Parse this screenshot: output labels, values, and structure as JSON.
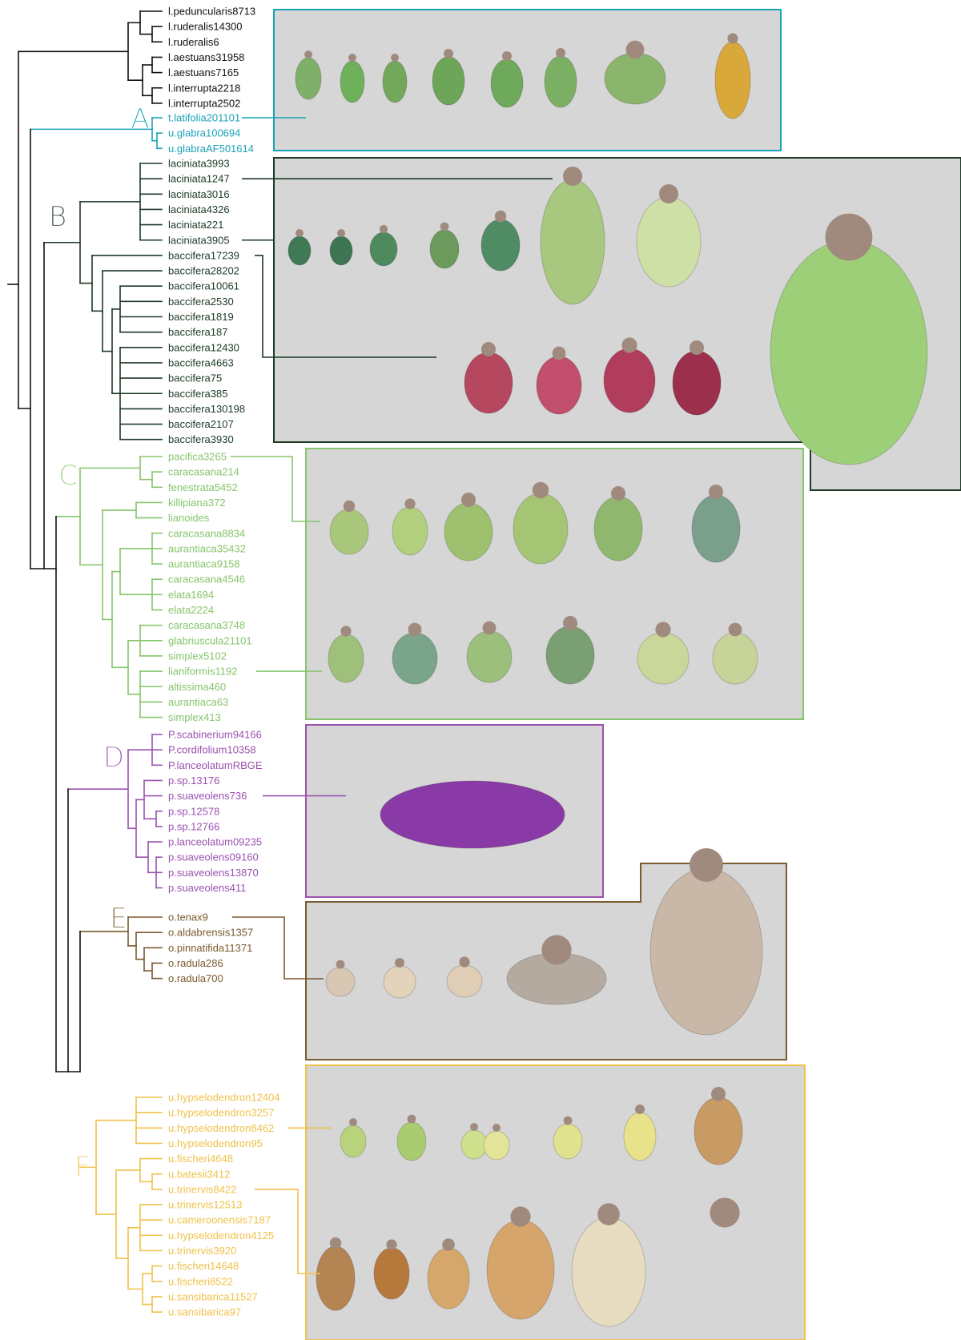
{
  "colors": {
    "background": "#ffffff",
    "panel_fill": "#d6d6d6",
    "outgroup": "#111111",
    "A": "#1aa3b8",
    "B": "#1d3a26",
    "C": "#86c56b",
    "D": "#9a52b0",
    "E": "#7a5a2e",
    "F": "#f0c24a"
  },
  "clades": [
    {
      "key": "outgroup",
      "letter": "",
      "taxa": [
        "l.peduncularis8713",
        "l.ruderalis14300",
        "l.ruderalis6",
        "l.aestuans31958",
        "l.aestuans7165",
        "l.interrupta2218",
        "l.interrupta2502"
      ],
      "panel_caption": ""
    },
    {
      "key": "A",
      "letter": "A",
      "taxa": [
        "t.latifolia201101",
        "u.glabra100694",
        "u.glabraAF501614"
      ],
      "panel_caption": ""
    },
    {
      "key": "B",
      "letter": "B",
      "taxa": [
        "laciniata3993",
        "laciniata1247",
        "laciniata3016",
        "laciniata4326",
        "laciniata221",
        "laciniata3905",
        "baccifera17239",
        "baccifera28202",
        "baccifera10061",
        "baccifera2530",
        "baccifera1819",
        "baccifera187",
        "baccifera12430",
        "baccifera4663",
        "baccifera75",
        "baccifera385",
        "baccifera130198",
        "baccifera2107",
        "baccifera3930"
      ],
      "panel_caption": ""
    },
    {
      "key": "C",
      "letter": "C",
      "taxa": [
        "pacifica3265",
        "caracasana214",
        "fenestrata5452",
        "killipiana372",
        "lianoides",
        "caracasana8834",
        "aurantiaca35432",
        "aurantiaca9158",
        "caracasana4546",
        "elata1694",
        "elata2224",
        "caracasana3748",
        "glabriuscula21101",
        "simplex5102",
        "lianiformis1192",
        "altissima460",
        "aurantiaca63",
        "simplex413"
      ],
      "panel_caption": ""
    },
    {
      "key": "D",
      "letter": "D",
      "taxa": [
        "P.scabinerium94166",
        "P.cordifolium10358",
        "P.lanceolatumRBGE",
        "p.sp.13176",
        "p.suaveolens736",
        "p.sp.12578",
        "p.sp.12766",
        "p.lanceolatum09235",
        "p.suaveolens09160",
        "p.suaveolens13870",
        "p.suaveolens411"
      ],
      "panel_caption": ""
    },
    {
      "key": "E",
      "letter": "E",
      "taxa": [
        "o.tenax9",
        "o.aldabrensis1357",
        "o.pinnatifida11371",
        "o.radula286",
        "o.radula700"
      ],
      "panel_caption": ""
    },
    {
      "key": "F",
      "letter": "F",
      "taxa": [
        "u.hypselodendron12404",
        "u.hypselodendron3257",
        "u.hypselodendron8462",
        "u.hypselodendron95",
        "u.fischeri4648",
        "u.batesii3412",
        "u.trinervis8422",
        "u.trinervis12513",
        "u.cameroonensis7187",
        "u.hypselodendron4125",
        "u.trinervis3920",
        "u.fischeri14648",
        "u.fischeri8522",
        "u.sansibarica11527",
        "u.sansibarica97"
      ],
      "panel_caption": ""
    }
  ],
  "specimens": [
    {
      "clade": "outgroup",
      "color": "#7fb06a"
    },
    {
      "clade": "outgroup",
      "color": "#6fb05a"
    },
    {
      "clade": "outgroup",
      "color": "#73a85a"
    },
    {
      "clade": "outgroup",
      "color": "#6ea659"
    },
    {
      "clade": "outgroup",
      "color": "#6fa95b"
    },
    {
      "clade": "outgroup",
      "color": "#7bb064"
    },
    {
      "clade": "outgroup",
      "color": "#8bb56c"
    },
    {
      "clade": "outgroup",
      "color": "#d8a93a"
    },
    {
      "clade": "B",
      "color": "#3f7a55"
    },
    {
      "clade": "B",
      "color": "#3e7654"
    },
    {
      "clade": "B",
      "color": "#4f8a5e"
    },
    {
      "clade": "B",
      "color": "#6c9a5d"
    },
    {
      "clade": "B",
      "color": "#4f8c64"
    },
    {
      "clade": "B",
      "color": "#a8c77f"
    },
    {
      "clade": "B",
      "color": "#cfe0a6"
    },
    {
      "clade": "B",
      "color": "#b5485f"
    },
    {
      "clade": "B",
      "color": "#c14e6c"
    },
    {
      "clade": "B",
      "color": "#b13d5c"
    },
    {
      "clade": "B",
      "color": "#9c2f4c"
    },
    {
      "clade": "B",
      "color": "#9ccf78"
    },
    {
      "clade": "C",
      "color": "#a9c77a"
    },
    {
      "clade": "C",
      "color": "#b2cf7d"
    },
    {
      "clade": "C",
      "color": "#9fc06f"
    },
    {
      "clade": "C",
      "color": "#a5c474"
    },
    {
      "clade": "C",
      "color": "#8fb86e"
    },
    {
      "clade": "C",
      "color": "#7aa08c"
    },
    {
      "clade": "C",
      "color": "#9ec07a"
    },
    {
      "clade": "C",
      "color": "#7ba58a"
    },
    {
      "clade": "C",
      "color": "#9cbf7c"
    },
    {
      "clade": "C",
      "color": "#7a9f72"
    },
    {
      "clade": "C",
      "color": "#c9d79a"
    },
    {
      "clade": "C",
      "color": "#c6d49a"
    },
    {
      "clade": "D",
      "color": "#8a3aa6"
    },
    {
      "clade": "E",
      "color": "#d8c7b2"
    },
    {
      "clade": "E",
      "color": "#e3d3bb"
    },
    {
      "clade": "E",
      "color": "#e0cdb6"
    },
    {
      "clade": "E",
      "color": "#b5aaa0"
    },
    {
      "clade": "E",
      "color": "#c9b8a8"
    },
    {
      "clade": "F",
      "color": "#b9d27c"
    },
    {
      "clade": "F",
      "color": "#a9cc70"
    },
    {
      "clade": "F",
      "color": "#cfe08c"
    },
    {
      "clade": "F",
      "color": "#e3e39a"
    },
    {
      "clade": "F",
      "color": "#dfe28e"
    },
    {
      "clade": "F",
      "color": "#e8e28a"
    },
    {
      "clade": "F",
      "color": "#c89a64"
    },
    {
      "clade": "F",
      "color": "#b48452"
    },
    {
      "clade": "F",
      "color": "#b7783c"
    },
    {
      "clade": "F",
      "color": "#d6a76a"
    },
    {
      "clade": "F",
      "color": "#d5a56c"
    },
    {
      "clade": "F",
      "color": "#e7dcc0"
    }
  ]
}
